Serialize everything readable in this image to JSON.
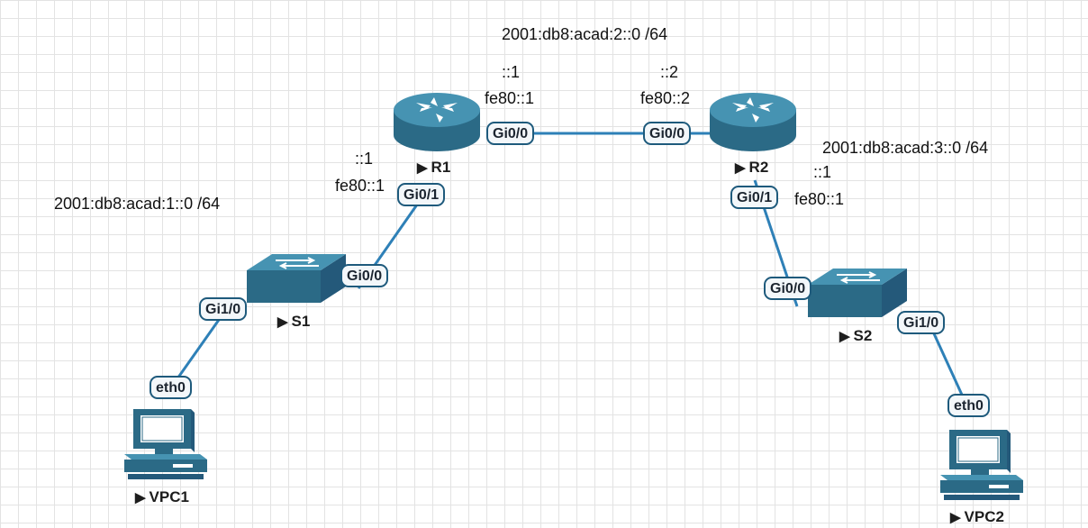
{
  "subnets": {
    "lan1": "2001:db8:acad:1::0 /64",
    "wan": "2001:db8:acad:2::0 /64",
    "lan2": "2001:db8:acad:3::0 /64"
  },
  "devices": {
    "r1": {
      "label": "R1",
      "wan_ip": "::1",
      "wan_ll": "fe80::1",
      "lan_ip": "::1",
      "lan_ll": "fe80::1"
    },
    "r2": {
      "label": "R2",
      "wan_ip": "::2",
      "wan_ll": "fe80::2",
      "lan_ip": "::1",
      "lan_ll": "fe80::1"
    },
    "s1": {
      "label": "S1"
    },
    "s2": {
      "label": "S2"
    },
    "vpc1": {
      "label": "VPC1"
    },
    "vpc2": {
      "label": "VPC2"
    }
  },
  "ports": {
    "r1_g00": "Gi0/0",
    "r2_g00": "Gi0/0",
    "r1_g01": "Gi0/1",
    "r2_g01": "Gi0/1",
    "s1_g00": "Gi0/0",
    "s1_g10": "Gi1/0",
    "s2_g00": "Gi0/0",
    "s2_g10": "Gi1/0",
    "vpc1_eth0": "eth0",
    "vpc2_eth0": "eth0"
  },
  "colors": {
    "link": "#2e80b7",
    "device_body": "#2f6f8c",
    "device_top": "#3d89a8",
    "port_border": "#1e5a7c"
  },
  "icons": {
    "router": "router-icon",
    "switch": "switch-icon",
    "pc": "pc-icon",
    "label_marker": "play-triangle-icon"
  }
}
